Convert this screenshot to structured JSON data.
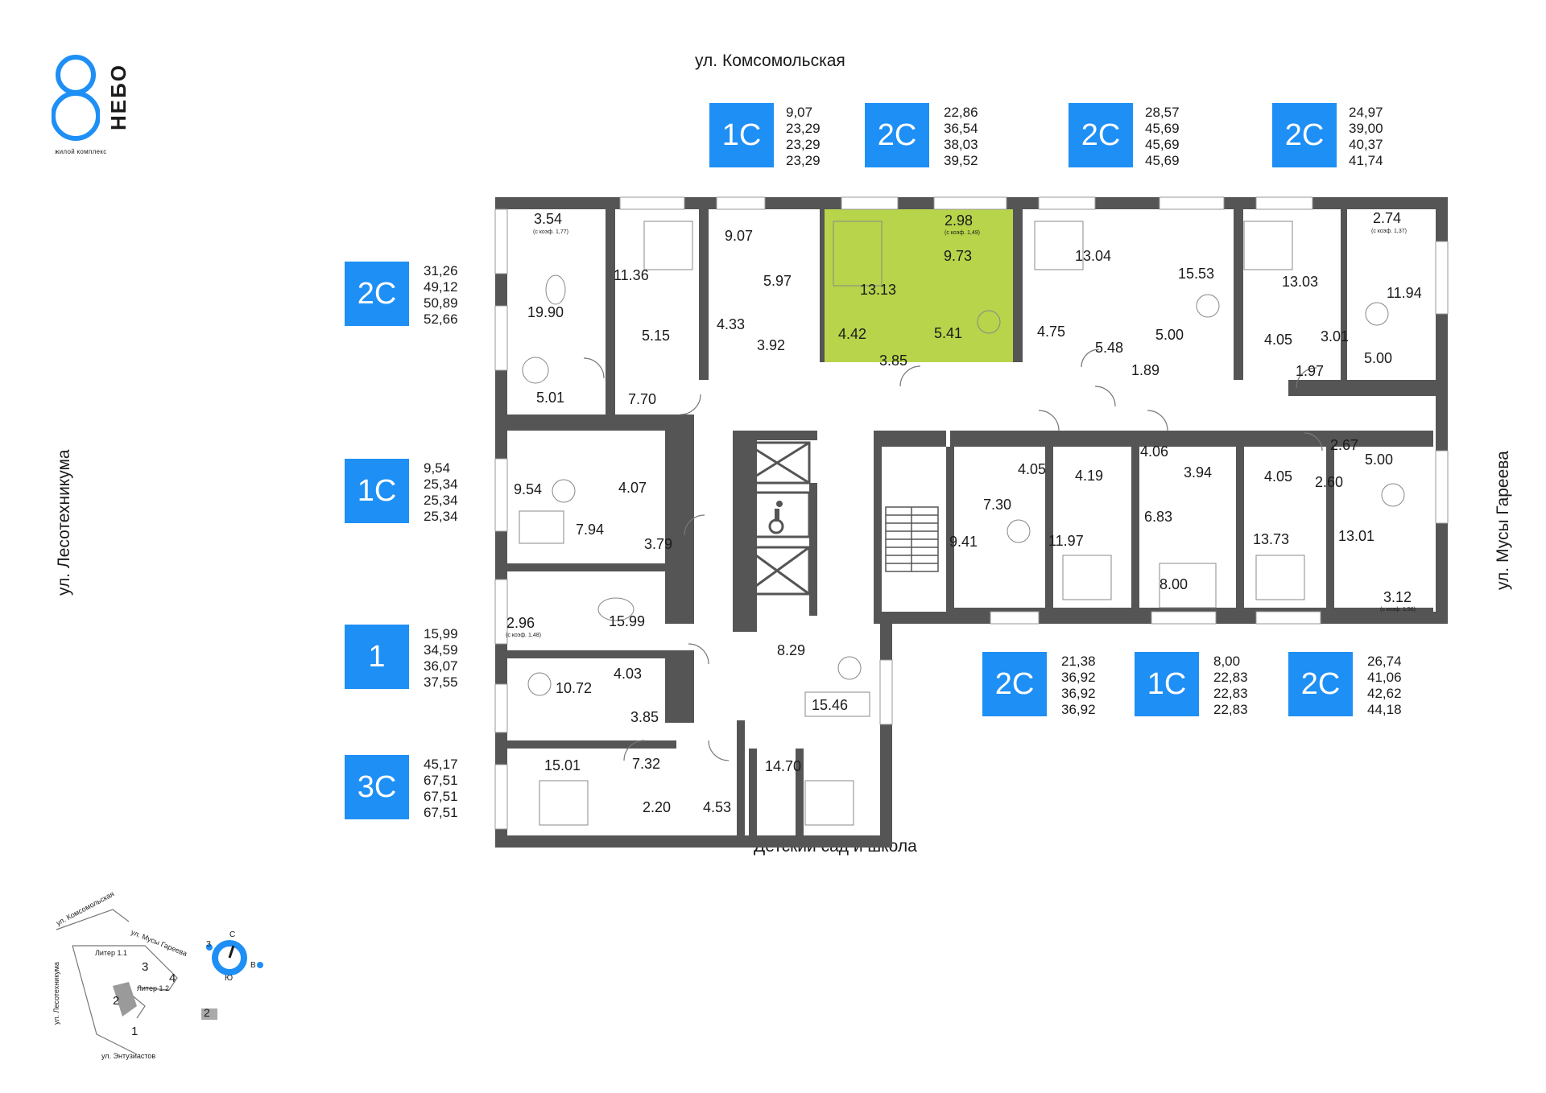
{
  "logo": {
    "word": "НЕБО",
    "subtitle": "жилой комплекс"
  },
  "streets": {
    "top": "ул. Комсомольская",
    "left": "ул. Лесотехникума",
    "right": "ул. Мусы Гареева",
    "bottom": "Детский сад и школа"
  },
  "apartments_top": [
    {
      "type": "1С",
      "areas": [
        "9,07",
        "23,29",
        "23,29",
        "23,29"
      ]
    },
    {
      "type": "2С",
      "areas": [
        "22,86",
        "36,54",
        "38,03",
        "39,52"
      ]
    },
    {
      "type": "2С",
      "areas": [
        "28,57",
        "45,69",
        "45,69",
        "45,69"
      ]
    },
    {
      "type": "2С",
      "areas": [
        "24,97",
        "39,00",
        "40,37",
        "41,74"
      ]
    }
  ],
  "apartments_left": [
    {
      "type": "2С",
      "areas": [
        "31,26",
        "49,12",
        "50,89",
        "52,66"
      ]
    },
    {
      "type": "1С",
      "areas": [
        "9,54",
        "25,34",
        "25,34",
        "25,34"
      ]
    },
    {
      "type": "1",
      "areas": [
        "15,99",
        "34,59",
        "36,07",
        "37,55"
      ]
    },
    {
      "type": "3С",
      "areas": [
        "45,17",
        "67,51",
        "67,51",
        "67,51"
      ]
    }
  ],
  "apartments_bottom": [
    {
      "type": "2С",
      "areas": [
        "21,38",
        "36,92",
        "36,92",
        "36,92"
      ]
    },
    {
      "type": "1С",
      "areas": [
        "8,00",
        "22,83",
        "22,83",
        "22,83"
      ]
    },
    {
      "type": "2С",
      "areas": [
        "26,74",
        "41,06",
        "42,62",
        "44,18"
      ]
    }
  ],
  "rooms": [
    "3.54",
    "(с коэф. 1,77)",
    "19.90",
    "11.36",
    "9.07",
    "5.97",
    "13.13",
    "2.98",
    "(с коэф. 1,49)",
    "9.73",
    "13.04",
    "15.53",
    "13.03",
    "2.74",
    "(с коэф. 1,37)",
    "11.94",
    "5.15",
    "4.33",
    "3.92",
    "4.42",
    "5.41",
    "3.85",
    "4.75",
    "5.48",
    "1.89",
    "5.00",
    "4.05",
    "3.01",
    "1.97",
    "5.00",
    "5.01",
    "7.70",
    "9.54",
    "4.07",
    "7.94",
    "3.79",
    "2.96",
    "(с коэф. 1,48)",
    "15.99",
    "4.03",
    "10.72",
    "3.85",
    "15.01",
    "7.32",
    "2.20",
    "4.53",
    "14.70",
    "8.29",
    "15.46",
    "4.05",
    "4.19",
    "4.06",
    "3.94",
    "4.05",
    "2.67",
    "5.00",
    "2.60",
    "7.30",
    "9.41",
    "11.97",
    "6.83",
    "8.00",
    "13.73",
    "13.01",
    "3.12",
    "(с коэф. 1,56)"
  ],
  "minimap": {
    "streets": [
      "ул. Комсомольская",
      "ул. Мусы Гареева",
      "ул. Лесотехникума",
      "ул. Энтузиастов"
    ],
    "liters": [
      "Литер 1.1",
      "Литер 1.2"
    ],
    "sections": [
      "1",
      "2",
      "3",
      "4"
    ],
    "legend_section": "2",
    "compass": {
      "n": "С",
      "s": "Ю",
      "w": "З",
      "e": "В"
    }
  },
  "colors": {
    "accent": "#1e8ff5",
    "wall": "#555555",
    "highlight": "#b7d44a"
  }
}
